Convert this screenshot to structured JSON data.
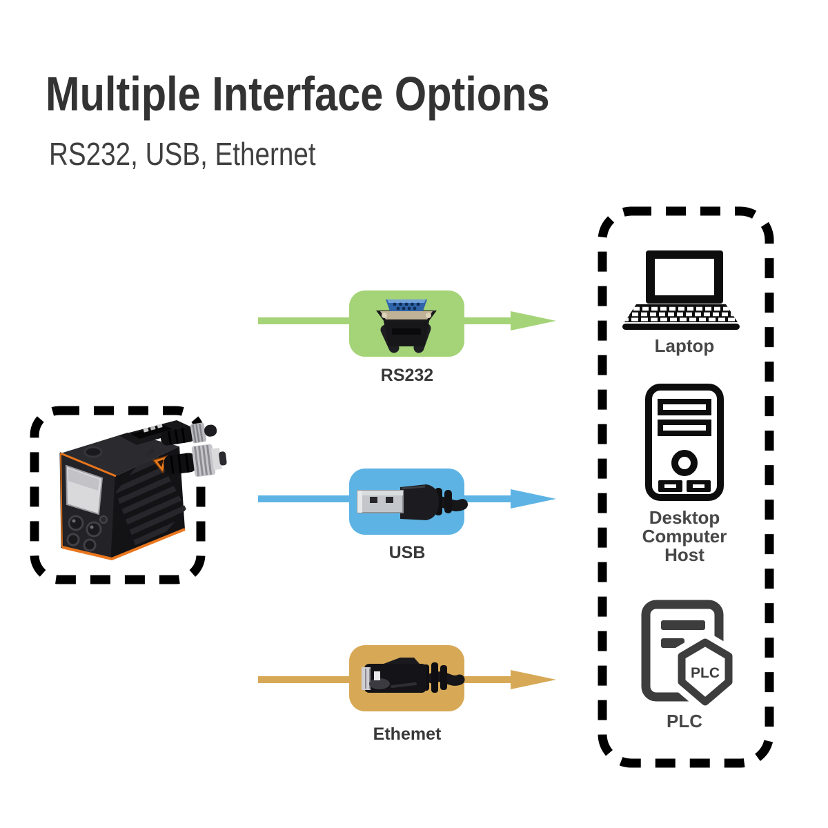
{
  "header": {
    "title": "Multiple Interface Options",
    "subtitle": "RS232, USB, Ethernet"
  },
  "device": {
    "body_color": "#1c1c1f",
    "accent_color": "#e8761e"
  },
  "interfaces": [
    {
      "label": "RS232",
      "color": "#a5d478",
      "connector_icon": "rs232-db9-connector-icon"
    },
    {
      "label": "USB",
      "color": "#5db4e4",
      "connector_icon": "usb-a-connector-icon"
    },
    {
      "label": "Ethemet",
      "color": "#d7a957",
      "connector_icon": "rj45-connector-icon"
    }
  ],
  "hosts": [
    {
      "label": "Laptop",
      "icon": "laptop-icon"
    },
    {
      "label": "Desktop Computer Host",
      "label_lines": [
        "Desktop",
        "Computer",
        "Host"
      ],
      "icon": "desktop-tower-icon"
    },
    {
      "label": "PLC",
      "badge": "PLC",
      "icon": "plc-document-icon"
    }
  ],
  "colors": {
    "title_text": "#333333",
    "subtitle_text": "#3f3f3f",
    "interface_label_text": "#383838",
    "host_label_text": "#474747",
    "dashed_border": "#000000",
    "host_icon_black": "#0d0d0d",
    "plc_icon_gray": "#3d3d3d",
    "background": "#ffffff"
  }
}
